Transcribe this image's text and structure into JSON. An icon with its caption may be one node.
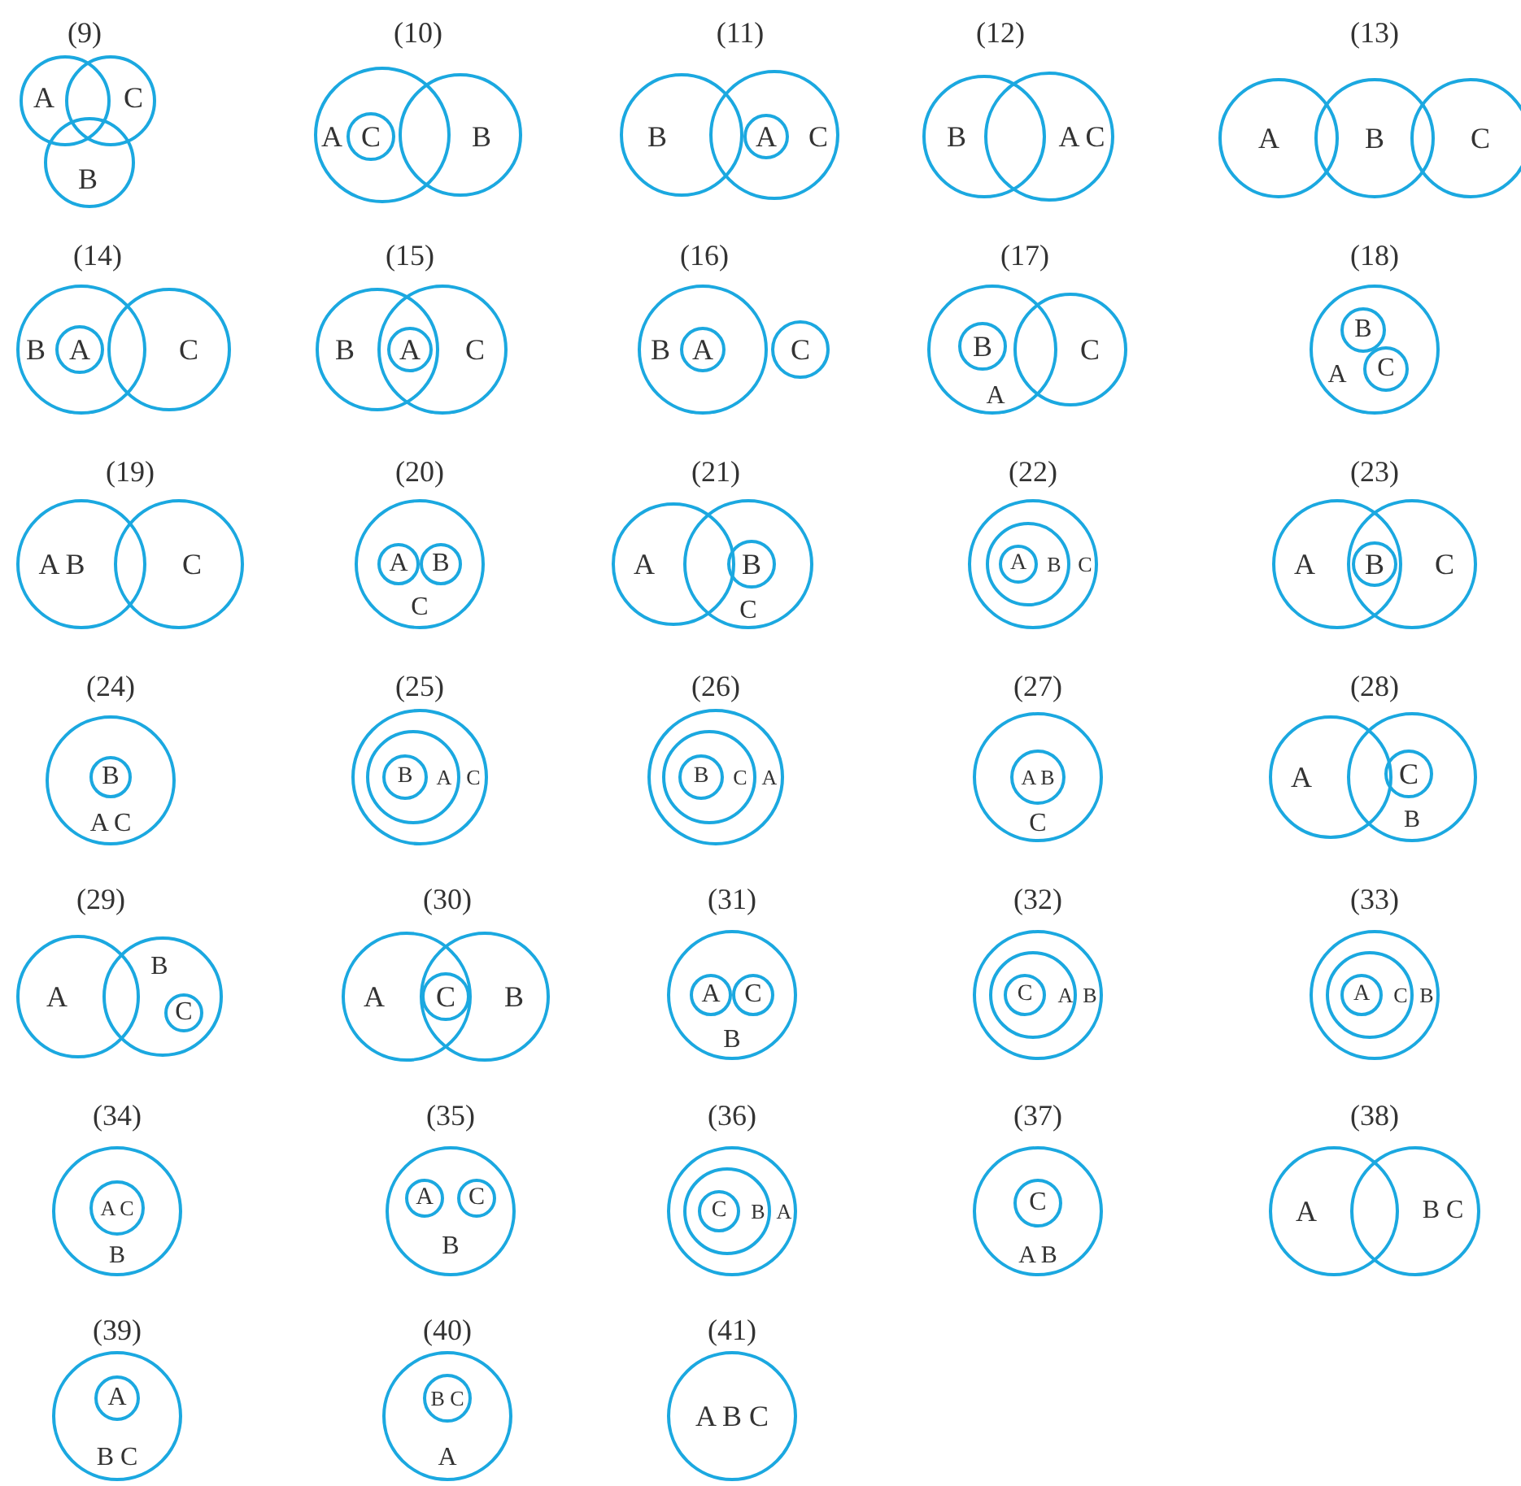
{
  "diagram": {
    "nodes": [
      {
        "text": [
          "A"
        ]
      },
      {
        "text": [
          "C"
        ]
      },
      {
        "text": [
          "B"
        ]
      },
      {
        "text": [
          "A"
        ]
      },
      {
        "text": [
          "C"
        ],
        "in": 3
      },
      {
        "text": [
          "B"
        ]
      },
      {
        "text": [
          "B"
        ]
      },
      {
        "text": [
          "C"
        ]
      },
      {
        "text": [
          "A"
        ],
        "in": 7
      },
      {
        "text": [
          "B"
        ]
      },
      {
        "text": [
          "A C"
        ]
      },
      {
        "text": [
          "A"
        ]
      },
      {
        "text": [
          "B"
        ]
      },
      {
        "text": [
          "C"
        ]
      },
      {
        "text": [
          "B"
        ]
      },
      {
        "text": [
          "A"
        ],
        "in": 14
      },
      {
        "text": [
          "C"
        ]
      },
      {
        "text": [
          "B"
        ]
      },
      {
        "text": [
          "C"
        ]
      },
      {
        "text": [
          "A"
        ]
      },
      {
        "text": [
          "B"
        ]
      },
      {
        "text": [
          "A"
        ],
        "in": 20
      },
      {
        "text": [
          "C"
        ]
      },
      {
        "text": [
          "A"
        ]
      },
      {
        "text": [
          "B"
        ],
        "in": 23
      },
      {
        "text": [
          "C"
        ]
      },
      {
        "text": [
          "A"
        ]
      },
      {
        "text": [
          "B"
        ],
        "in": 26
      },
      {
        "text": [
          "C"
        ],
        "in": 26
      },
      {
        "text": [
          "A B"
        ]
      },
      {
        "text": [
          "C"
        ]
      },
      {
        "text": [
          "C"
        ]
      },
      {
        "text": [
          "A"
        ],
        "in": 31
      },
      {
        "text": [
          "B"
        ],
        "in": 31
      },
      {
        "text": [
          "A"
        ]
      },
      {
        "text": [
          "C"
        ]
      },
      {
        "text": [
          "B"
        ],
        "in": 35
      },
      {
        "text": [
          "C"
        ]
      },
      {
        "text": [
          "B"
        ],
        "in": 37
      },
      {
        "text": [
          "A"
        ],
        "in": 38
      },
      {
        "text": [
          "A"
        ]
      },
      {
        "text": [
          "C"
        ]
      },
      {
        "text": [
          "B"
        ]
      },
      {
        "text": [
          "A C"
        ]
      },
      {
        "text": [
          "B"
        ],
        "in": 43
      },
      {
        "text": [
          "C"
        ]
      },
      {
        "text": [
          "A"
        ],
        "in": 45
      },
      {
        "text": [
          "B"
        ],
        "in": 46
      },
      {
        "text": [
          "A"
        ]
      },
      {
        "text": [
          "C"
        ],
        "in": 48
      },
      {
        "text": [
          "B"
        ],
        "in": 49
      },
      {
        "text": [
          "C"
        ]
      },
      {
        "text": [
          "A B"
        ],
        "in": 51
      },
      {
        "text": [
          "A"
        ]
      },
      {
        "text": [
          "B"
        ]
      },
      {
        "text": [
          "C"
        ],
        "in": 54
      },
      {
        "text": [
          "A"
        ]
      },
      {
        "text": [
          "B"
        ]
      },
      {
        "text": [
          "C"
        ],
        "in": 57
      },
      {
        "text": [
          "A"
        ]
      },
      {
        "text": [
          "B"
        ]
      },
      {
        "text": [
          "C"
        ]
      },
      {
        "text": [
          "B"
        ]
      },
      {
        "text": [
          "A"
        ],
        "in": 62
      },
      {
        "text": [
          "C"
        ],
        "in": 62
      },
      {
        "text": [
          "B"
        ]
      },
      {
        "text": [
          "A"
        ],
        "in": 65
      },
      {
        "text": [
          "C"
        ],
        "in": 66
      },
      {
        "text": [
          "B"
        ]
      },
      {
        "text": [
          "C"
        ],
        "in": 68
      },
      {
        "text": [
          "A"
        ],
        "in": 69
      },
      {
        "text": [
          "B"
        ]
      },
      {
        "text": [
          "A C"
        ],
        "in": 71
      },
      {
        "text": [
          "B"
        ]
      },
      {
        "text": [
          "A"
        ],
        "in": 73
      },
      {
        "text": [
          "C"
        ],
        "in": 73
      },
      {
        "text": [
          "A"
        ]
      },
      {
        "text": [
          "B"
        ],
        "in": 76
      },
      {
        "text": [
          "C"
        ],
        "in": 77
      },
      {
        "text": [
          "A B"
        ]
      },
      {
        "text": [
          "C"
        ],
        "in": 79
      },
      {
        "text": [
          "A"
        ]
      },
      {
        "text": [
          "B C"
        ]
      },
      {
        "text": [
          "B C"
        ]
      },
      {
        "text": [
          "A"
        ],
        "in": 83
      },
      {
        "text": [
          "A"
        ]
      },
      {
        "text": [
          "B C"
        ],
        "in": 85
      },
      {
        "text": [
          "A B C"
        ]
      }
    ],
    "labels": [
      "(9)",
      "(10)",
      "(11)",
      "(12)",
      "(13)",
      "(14)",
      "(15)",
      "(16)",
      "(17)",
      "(18)",
      "(19)",
      "(20)",
      "(21)",
      "(22)",
      "(23)",
      "(24)",
      "(25)",
      "(26)",
      "(27)",
      "(28)",
      "(29)",
      "(30)",
      "(31)",
      "(32)",
      "(33)",
      "(34)",
      "(35)",
      "(36)",
      "(37)",
      "(38)",
      "(39)",
      "(40)",
      "(41)"
    ]
  }
}
